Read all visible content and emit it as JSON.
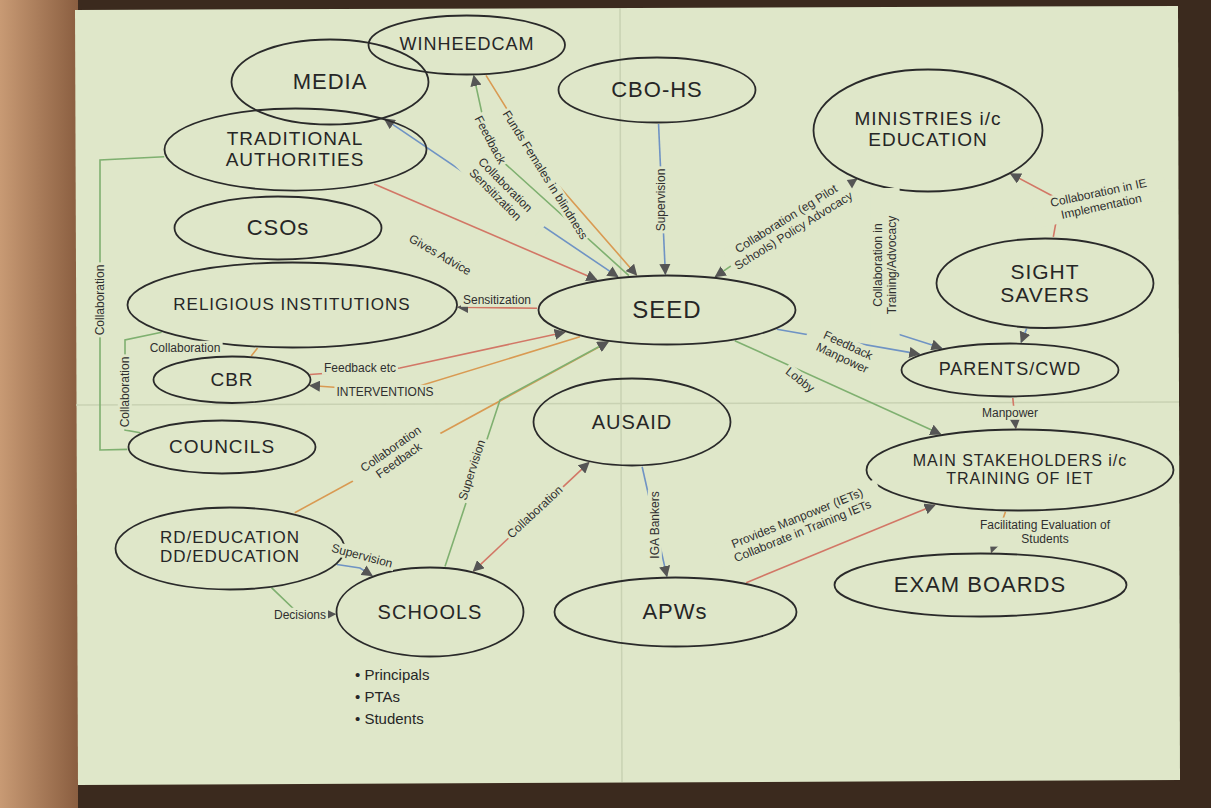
{
  "diagram": {
    "nodes": [
      {
        "text": [
          "WINHEEDCAM"
        ]
      },
      {
        "text": [
          "MEDIA"
        ]
      },
      {
        "text": [
          "CBO-HS"
        ]
      },
      {
        "text": [
          "MINISTRIES i/c EDUCATION"
        ]
      },
      {
        "text": [
          "TRADITIONAL AUTHORITIES"
        ]
      },
      {
        "text": [
          "CSOs"
        ]
      },
      {
        "text": [
          "RELIGIOUS INSTITUTIONS"
        ]
      },
      {
        "text": [
          "SEED"
        ]
      },
      {
        "text": [
          "SIGHT SAVERS"
        ]
      },
      {
        "text": [
          "CBR"
        ]
      },
      {
        "text": [
          "PARENTS/CWD"
        ]
      },
      {
        "text": [
          "COUNCILS"
        ]
      },
      {
        "text": [
          "AUSAID"
        ]
      },
      {
        "text": [
          "MAIN STAKEHOLDERS i/c TRAINING OF IET"
        ]
      },
      {
        "text": [
          "RD/EDUCATION DD/EDUCATION"
        ]
      },
      {
        "text": [
          "SCHOOLS"
        ]
      },
      {
        "text": [
          "APWs"
        ]
      },
      {
        "text": [
          "EXAM BOARDS"
        ]
      }
    ],
    "edges": [
      {
        "from": 0,
        "to": 7,
        "label": "Funds Females in blindness",
        "arrow": "to"
      },
      {
        "from": 7,
        "to": 0,
        "label": "Feedback",
        "arrow": "to"
      },
      {
        "from": 2,
        "to": 7,
        "label": "Supervision",
        "arrow": "to"
      },
      {
        "from": 1,
        "to": 7,
        "label": "Collaboration Sensitization",
        "arrow": "both"
      },
      {
        "from": 4,
        "to": 7,
        "label": "Gives Advice",
        "arrow": "to"
      },
      {
        "from": 7,
        "to": 6,
        "label": "Sensitization",
        "arrow": "to"
      },
      {
        "from": 3,
        "to": 7,
        "label": "Collaboration (eg Pilot Schools) Policy Advocacy",
        "arrow": "both"
      },
      {
        "from": 8,
        "to": 3,
        "label": "Collaboration in IE Implementation",
        "arrow": "to"
      },
      {
        "from": 3,
        "to": 10,
        "label": "Collaboration in Training/Advocacy",
        "arrow": "to"
      },
      {
        "from": 9,
        "to": 6,
        "label": "Collaboration",
        "arrow": "none"
      },
      {
        "from": 9,
        "to": 7,
        "label": "Feedback etc",
        "arrow": "to"
      },
      {
        "from": 7,
        "to": 9,
        "label": "INTERVENTIONS",
        "arrow": "to"
      },
      {
        "from": 11,
        "to": 4,
        "label": "Collaboration",
        "arrow": "none"
      },
      {
        "from": 11,
        "to": 6,
        "label": "Collaboration",
        "arrow": "none"
      },
      {
        "from": 7,
        "to": 10,
        "label": "Feedback Manpower",
        "arrow": "to"
      },
      {
        "from": 7,
        "to": 13,
        "label": "Lobby",
        "arrow": "to"
      },
      {
        "from": 10,
        "to": 13,
        "label": "Manpower",
        "arrow": "to"
      },
      {
        "from": 13,
        "to": 17,
        "label": "Facilitating Evaluation of Students",
        "arrow": "to"
      },
      {
        "from": 16,
        "to": 13,
        "label": "Provides Manpower (IETs) Collaborate in Training IETs",
        "arrow": "to"
      },
      {
        "from": 12,
        "to": 16,
        "label": "IGA Bankers",
        "arrow": "to"
      },
      {
        "from": 14,
        "to": 7,
        "label": "Collaboration Feedback",
        "arrow": "to"
      },
      {
        "from": 14,
        "to": 15,
        "label": "Supervision",
        "arrow": "to"
      },
      {
        "from": 14,
        "to": 15,
        "label": "Decisions",
        "arrow": "to"
      },
      {
        "from": 15,
        "to": 7,
        "label": "Supervision",
        "arrow": "to"
      },
      {
        "from": 15,
        "to": 12,
        "label": "Collaboration",
        "arrow": "both"
      },
      {
        "from": 8,
        "to": 10,
        "arrow": "to"
      }
    ],
    "labels": [
      "• Principals",
      "• PTAs",
      "• Students"
    ]
  }
}
